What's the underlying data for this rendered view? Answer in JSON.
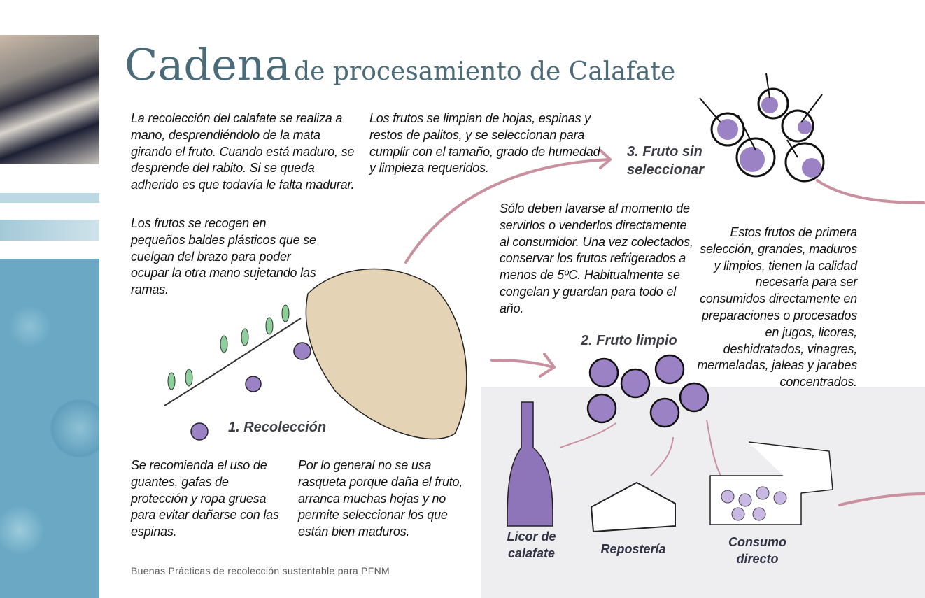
{
  "title": {
    "main": "Cadena",
    "sub": "de procesamiento de Calafate"
  },
  "paragraphs": {
    "p1": "La recolección del calafate se realiza a mano, desprendiéndolo de la mata girando el fruto. Cuando está maduro, se desprende del rabito. Si se queda adherido es que todavía le falta madurar.",
    "p2": "Los frutos se recogen en pequeños baldes plásticos que se cuelgan del brazo para poder ocupar la otra mano sujetando las ramas.",
    "p3": "Los frutos se limpian de hojas, espinas y restos de  palitos, y se seleccionan para cumplir con el tamaño, grado de humedad y limpieza requeridos.",
    "p4": "Sólo deben lavarse al momento de servirlos o venderlos directamente al consumidor. Una vez colectados, conservar los frutos refrigerados a menos de 5ºC. Habitualmente se congelan y guardan para todo el año.",
    "p5": "Estos frutos de primera selección, grandes, maduros y limpios, tienen la calidad necesaria para ser consumidos directamente en preparaciones o procesados en jugos, licores, deshidratados, vinagres, mermeladas, jaleas y jarabes concentrados.",
    "p6": "Se recomienda el uso de guantes, gafas de protección y ropa gruesa para evitar dañarse con las espinas.",
    "p7": "Por lo general no se usa rasqueta porque daña el fruto, arranca muchas hojas y no permite seleccionar los que están bien maduros."
  },
  "steps": {
    "s1": "1. Recolección",
    "s2": "2. Fruto limpio",
    "s3a": "3. Fruto sin",
    "s3b": "seleccionar"
  },
  "products": {
    "licor_a": "Licor de",
    "licor_b": "calafate",
    "reposteria": "Repostería",
    "consumo_a": "Consumo",
    "consumo_b": "directo"
  },
  "footer": "Buenas Prácticas de recolección sustentable para PFNM",
  "colors": {
    "title": "#4c6b78",
    "arrow": "#c9909f",
    "berry": "#9b82c4",
    "panel": "#eeeef0"
  }
}
